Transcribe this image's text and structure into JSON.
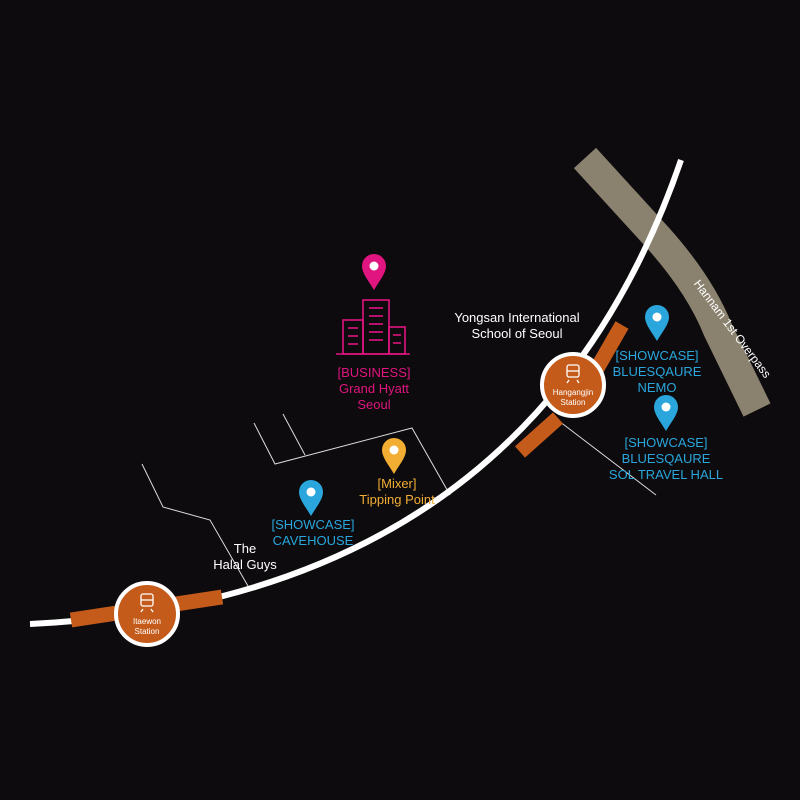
{
  "colors": {
    "background": "#0d0b0d",
    "rail": "#ffffff",
    "station": "#c45b1b",
    "overpass": "#8a826e",
    "business": "#e0157f",
    "showcase": "#2aa6dd",
    "mixer": "#f2ad33"
  },
  "overpass": {
    "label": "Hannam 1st Overpass"
  },
  "stations": {
    "hangangjin": {
      "name_line1": "Hangangjin",
      "name_line2": "Station",
      "icon": "subway-train-icon"
    },
    "itaewon": {
      "name_line1": "Itaewon",
      "name_line2": "Station",
      "icon": "subway-train-icon"
    }
  },
  "landmarks": {
    "yongsan": {
      "line1": "Yongsan International",
      "line2": "School of Seoul"
    },
    "halal": {
      "line1": "The",
      "line2": "Halal Guys"
    }
  },
  "pois": {
    "grand_hyatt": {
      "line1": "[BUSINESS]",
      "line2": "Grand Hyatt",
      "line3": "Seoul",
      "icon": "building-icon"
    },
    "nemo": {
      "line1": "[SHOWCASE]",
      "line2": "BLUESQAURE",
      "line3": "NEMO"
    },
    "sol_travel": {
      "line1": "[SHOWCASE]",
      "line2": "BLUESQAURE",
      "line3": "SOL TRAVEL HALL"
    },
    "tipping_point": {
      "line1": "[Mixer]",
      "line2": "Tipping Point"
    },
    "cavehouse": {
      "line1": "[SHOWCASE]",
      "line2": "CAVEHOUSE"
    }
  }
}
